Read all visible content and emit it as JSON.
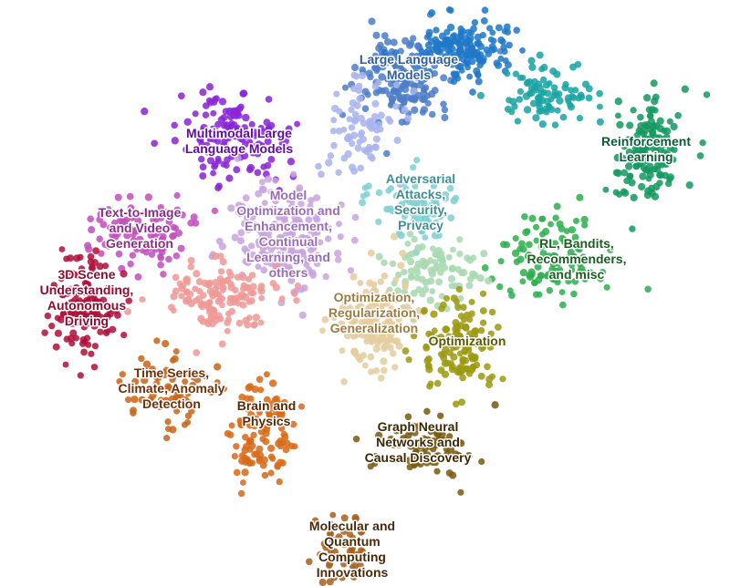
{
  "chart_data": {
    "type": "scatter",
    "title": "",
    "xlabel": "",
    "ylabel": "",
    "grid": false,
    "legend": "none",
    "axes_visible": false,
    "clusters": [
      {
        "key": "llm",
        "label_lines": [
          "Large Language",
          "Models"
        ],
        "color": "#4e7ec9",
        "label_color": "#2f5f9e",
        "center": [
          445,
          82
        ],
        "spread": [
          60,
          60
        ],
        "n": 170
      },
      {
        "key": "llm-top",
        "label_lines": [],
        "color": "#1f78c8",
        "label_color": "#1f78c8",
        "center": [
          510,
          55
        ],
        "spread": [
          60,
          45
        ],
        "n": 150
      },
      {
        "key": "llm-left",
        "label_lines": [],
        "color": "#a8b5ec",
        "label_color": "#a8b5ec",
        "center": [
          395,
          135
        ],
        "spread": [
          45,
          60
        ],
        "n": 80
      },
      {
        "key": "rl-teal",
        "label_lines": [],
        "color": "#1aa3a3",
        "label_color": "#1aa3a3",
        "center": [
          600,
          105
        ],
        "spread": [
          60,
          40
        ],
        "n": 90
      },
      {
        "key": "rl",
        "label_lines": [
          "Reinforcement",
          "Learning"
        ],
        "color": "#159960",
        "label_color": "#0b5c35",
        "center": [
          710,
          165
        ],
        "spread": [
          45,
          70
        ],
        "n": 150
      },
      {
        "key": "rl-bandits",
        "label_lines": [
          "RL, Bandits,",
          "Recommenders,",
          "and misc"
        ],
        "color": "#2fb04e",
        "label_color": "#1a5e22",
        "center": [
          605,
          280
        ],
        "spread": [
          80,
          60
        ],
        "n": 110
      },
      {
        "key": "mllm",
        "label_lines": [
          "Multimodal Large",
          "Language Models"
        ],
        "color": "#8b25d6",
        "label_color": "#5e0b9f",
        "center": [
          255,
          150
        ],
        "spread": [
          70,
          60
        ],
        "n": 140
      },
      {
        "key": "model-opt",
        "label_lines": [
          "Model",
          "Optimization and",
          "Enhancement,",
          "Continual",
          "Learning, and",
          "others"
        ],
        "color": "#c9a3e0",
        "label_color": "#9a6bb8",
        "center": [
          310,
          260
        ],
        "spread": [
          75,
          75
        ],
        "n": 190
      },
      {
        "key": "adversarial",
        "label_lines": [
          "Adversarial",
          "Attacks,",
          "Security,",
          "Privacy"
        ],
        "color": "#7fd0d4",
        "label_color": "#3f8f92",
        "center": [
          460,
          225
        ],
        "spread": [
          60,
          45
        ],
        "n": 80
      },
      {
        "key": "adv-green",
        "label_lines": [],
        "color": "#a8d8b0",
        "label_color": "#a8d8b0",
        "center": [
          470,
          300
        ],
        "spread": [
          60,
          45
        ],
        "n": 90
      },
      {
        "key": "text-to-image",
        "label_lines": [
          "Text-to-Image",
          "and Video",
          "Generation"
        ],
        "color": "#c24fbd",
        "label_color": "#8a2d86",
        "center": [
          155,
          255
        ],
        "spread": [
          70,
          45
        ],
        "n": 110
      },
      {
        "key": "3d-scene",
        "label_lines": [
          "3D Scene",
          "Understanding,",
          "Autonomous",
          "Driving"
        ],
        "color": "#b0103a",
        "label_color": "#8c0d2e",
        "center": [
          95,
          340
        ],
        "spread": [
          45,
          65
        ],
        "n": 130
      },
      {
        "key": "salmon",
        "label_lines": [],
        "color": "#ef9a96",
        "label_color": "#ef9a96",
        "center": [
          245,
          330
        ],
        "spread": [
          75,
          50
        ],
        "n": 140
      },
      {
        "key": "opt-reg",
        "label_lines": [
          "Optimization,",
          "Regularization,",
          "Generalization"
        ],
        "color": "#e4cd9e",
        "label_color": "#9c7c42",
        "center": [
          410,
          355
        ],
        "spread": [
          50,
          75
        ],
        "n": 150
      },
      {
        "key": "optimization",
        "label_lines": [
          "Optimization"
        ],
        "color": "#9c9a10",
        "label_color": "#5a5a05",
        "center": [
          505,
          375
        ],
        "spread": [
          55,
          55
        ],
        "n": 130
      },
      {
        "key": "time-series",
        "label_lines": [
          "Time Series,",
          "Climate, Anomaly",
          "Detection"
        ],
        "color": "#c8651a",
        "label_color": "#6e2f08",
        "center": [
          185,
          430
        ],
        "spread": [
          60,
          55
        ],
        "n": 70
      },
      {
        "key": "brain",
        "label_lines": [
          "Brain and",
          "Physics"
        ],
        "color": "#d86a18",
        "label_color": "#5a2a05",
        "center": [
          285,
          470
        ],
        "spread": [
          40,
          65
        ],
        "n": 110
      },
      {
        "key": "graph",
        "label_lines": [
          "Graph Neural",
          "Networks and",
          "Causal Discovery"
        ],
        "color": "#7a5a10",
        "label_color": "#3a2805",
        "center": [
          465,
          490
        ],
        "spread": [
          65,
          40
        ],
        "n": 90
      },
      {
        "key": "molecular",
        "label_lines": [
          "Molecular and",
          "Quantum",
          "Computing",
          "Innovations"
        ],
        "color": "#a8621f",
        "label_color": "#4a2a0a",
        "center": [
          375,
          600
        ],
        "spread": [
          40,
          45
        ],
        "n": 50
      }
    ]
  }
}
